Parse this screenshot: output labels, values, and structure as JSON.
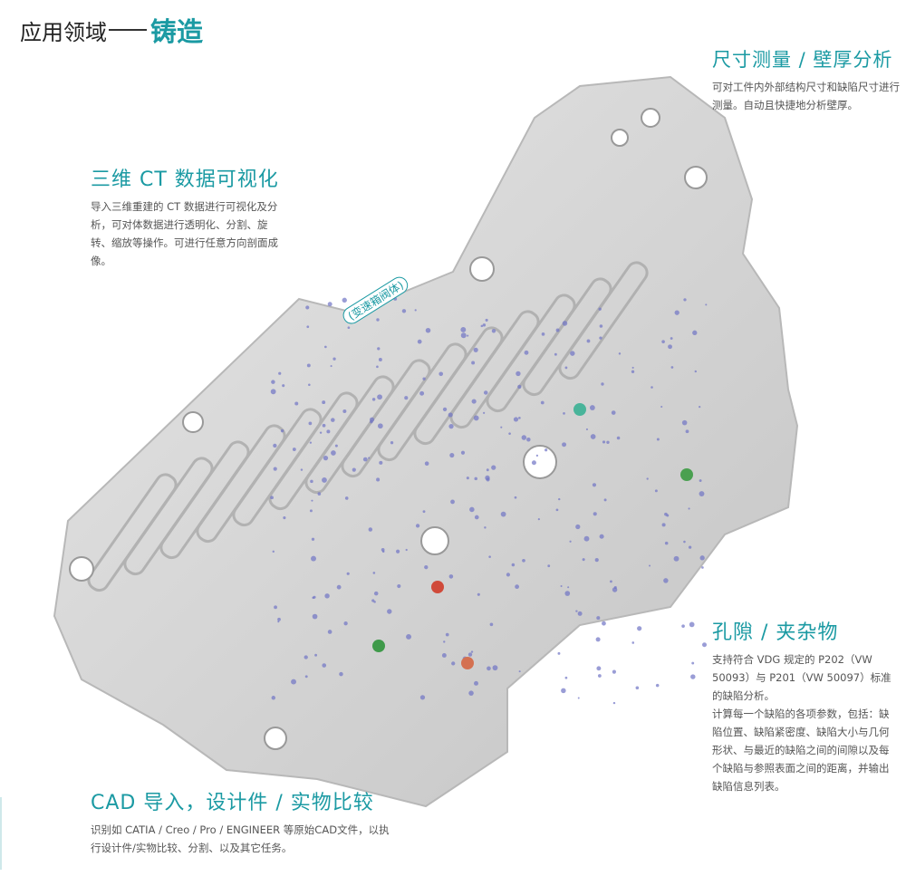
{
  "header": {
    "prefix": "应用领域",
    "title": "铸造"
  },
  "part_label": "(变速箱阀体)",
  "sections": [
    {
      "title": "三维 CT 数据可视化",
      "body": "导入三维重建的 CT 数据进行可视化及分析，可对体数据进行透明化、分割、旋转、缩放等操作。可进行任意方向剖面成像。"
    },
    {
      "title": "尺寸测量 / 壁厚分析",
      "body": "可对工件内外部结构尺寸和缺陷尺寸进行测量。自动且快捷地分析壁厚。"
    },
    {
      "title": "孔隙 / 夹杂物",
      "body": "支持符合 VDG 规定的 P202（VW 50093）与 P201（VW 50097）标准的缺陷分析。",
      "body2": "计算每一个缺陷的各项参数，包括：缺陷位置、缺陷紧密度、缺陷大小与几何形状、与最近的缺陷之间的间隙以及每个缺陷与参照表面之间的距离，并输出缺陷信息列表。"
    },
    {
      "title": "CAD 导入，设计件 / 实物比较",
      "body": "识别如 CATIA / Creo / Pro / ENGINEER 等原始CAD文件，以执行设计件/实物比较、分割、以及其它任务。"
    }
  ],
  "colors": {
    "accent": "#1b9aa3",
    "casting": "#d4d4d4",
    "defect": "#6f74c4"
  }
}
